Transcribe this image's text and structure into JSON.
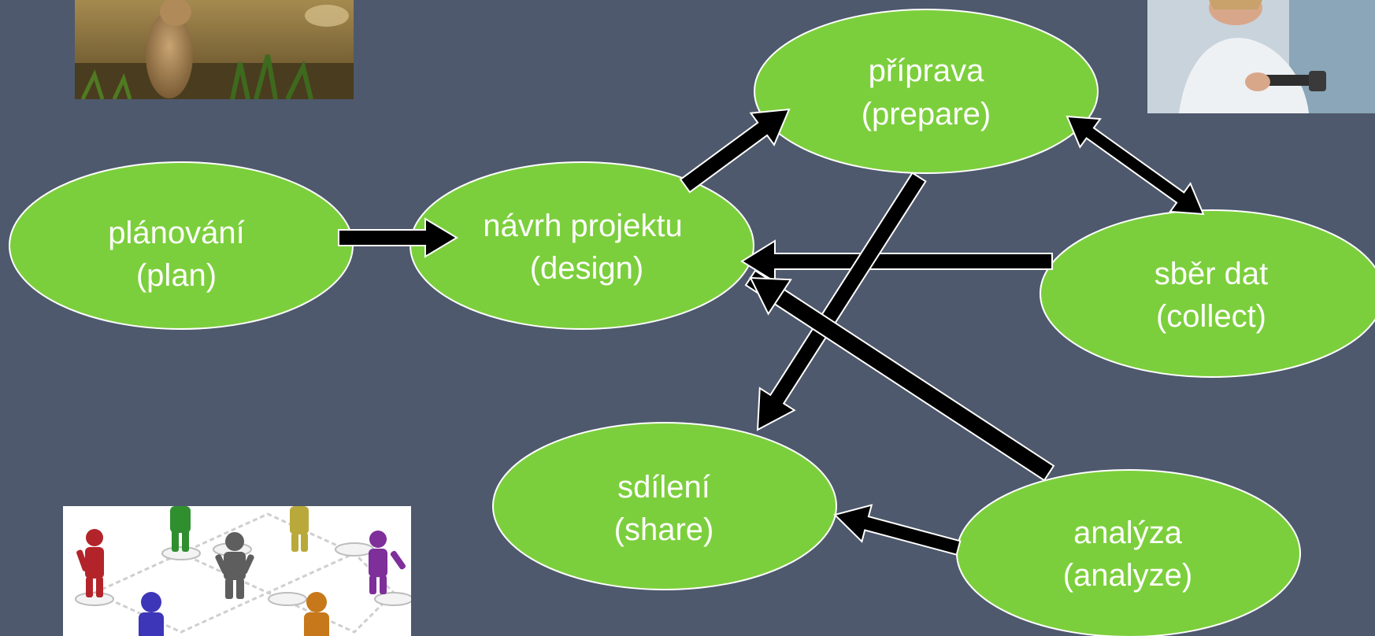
{
  "colors": {
    "background": "#4e596d",
    "node_fill": "#7ccf3c",
    "node_stroke": "#ffffff",
    "node_text": "#ffffff",
    "arrow": "#000000",
    "arrow_outline": "#ffffff"
  },
  "nodes": {
    "plan": {
      "line1": "plánování",
      "line2": "(plan)"
    },
    "design": {
      "line1": "návrh projektu",
      "line2": "(design)"
    },
    "prepare": {
      "line1": "příprava",
      "line2": "(prepare)"
    },
    "collect": {
      "line1": "sběr dat",
      "line2": "(collect)"
    },
    "analyze": {
      "line1": "analýza",
      "line2": "(analyze)"
    },
    "share": {
      "line1": "sdílení",
      "line2": "(share)"
    }
  },
  "edges": [
    {
      "from": "plan",
      "to": "design"
    },
    {
      "from": "design",
      "to": "prepare"
    },
    {
      "from": "prepare",
      "to": "collect",
      "bidirectional": true
    },
    {
      "from": "collect",
      "to": "design"
    },
    {
      "from": "prepare",
      "to": "share"
    },
    {
      "from": "analyze",
      "to": "design"
    },
    {
      "from": "analyze",
      "to": "share"
    }
  ],
  "images": {
    "top_left": "prairie-dog-photo",
    "top_right": "scientist-with-gun-photo",
    "bottom_left": "people-network-illustration"
  }
}
